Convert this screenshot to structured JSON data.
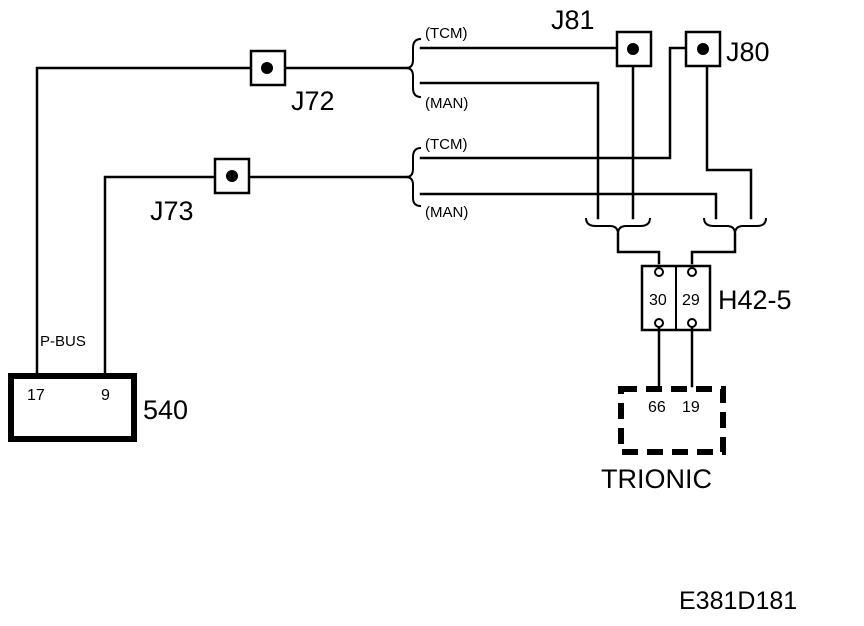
{
  "diagram": {
    "connectors": {
      "j72": "J72",
      "j73": "J73",
      "j80": "J80",
      "j81": "J81",
      "h42": "H42-5"
    },
    "branch_labels": {
      "upper_tcm": "(TCM)",
      "upper_man": "(MAN)",
      "lower_tcm": "(TCM)",
      "lower_man": "(MAN)"
    },
    "module_540": {
      "name": "540",
      "bus_label": "P-BUS",
      "pin_left": "17",
      "pin_right": "9"
    },
    "h42_pins": {
      "left": "30",
      "right": "29"
    },
    "trionic": {
      "name": "TRIONIC",
      "pin_left": "66",
      "pin_right": "19"
    },
    "figure_code": "E381D181"
  }
}
